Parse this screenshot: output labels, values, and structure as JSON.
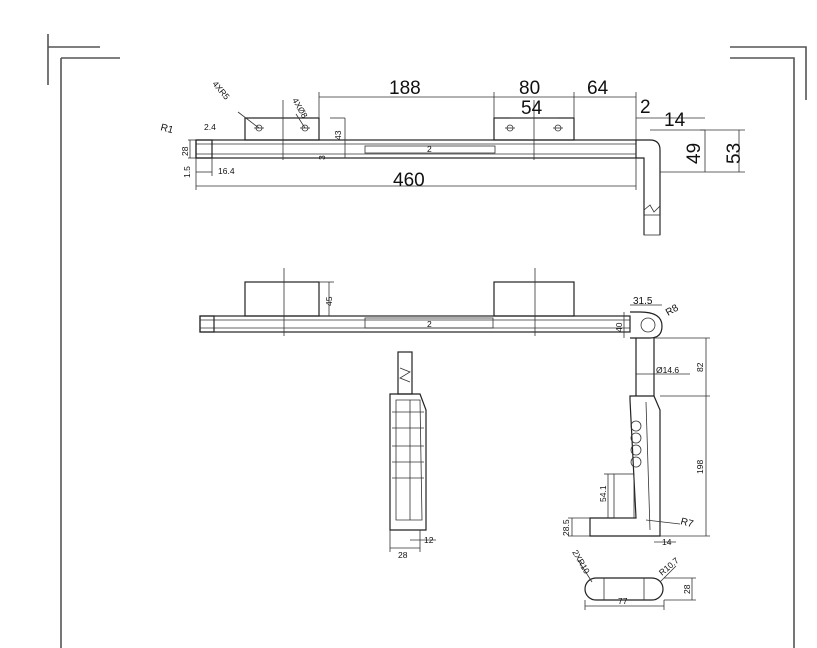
{
  "top_view": {
    "dims": {
      "len_460": "460",
      "len_188": "188",
      "len_80": "80",
      "len_64": "64",
      "len_54": "54",
      "gap_2": "2",
      "len_14": "14",
      "h_49": "49",
      "h_53": "53",
      "h_43": "43",
      "h_28": "28",
      "r1": "R1",
      "d_2_4": "2.4",
      "d_1_5": "1.5",
      "d_16_4": "16.4",
      "d_3": "3",
      "r5": "4XR5",
      "d8": "4XØ8",
      "d_2": "2"
    }
  },
  "side_view": {
    "dims": {
      "h_45": "45",
      "d_31_5": "31.5",
      "r8": "R8",
      "h_40": "40",
      "d_2": "2"
    }
  },
  "section_view": {
    "dims": {
      "w_28": "28",
      "w_12": "12"
    }
  },
  "hook_view": {
    "dims": {
      "dia_14_6": "Ø14.6",
      "h_82": "82",
      "h_198": "198",
      "h_54_1": "54.1",
      "h_28_5": "28.5",
      "r7": "R7",
      "w_14": "14"
    }
  },
  "slot_view": {
    "dims": {
      "r10": "2XR10",
      "r10_7": "R10.7",
      "w_77": "77",
      "h_28": "28"
    }
  }
}
